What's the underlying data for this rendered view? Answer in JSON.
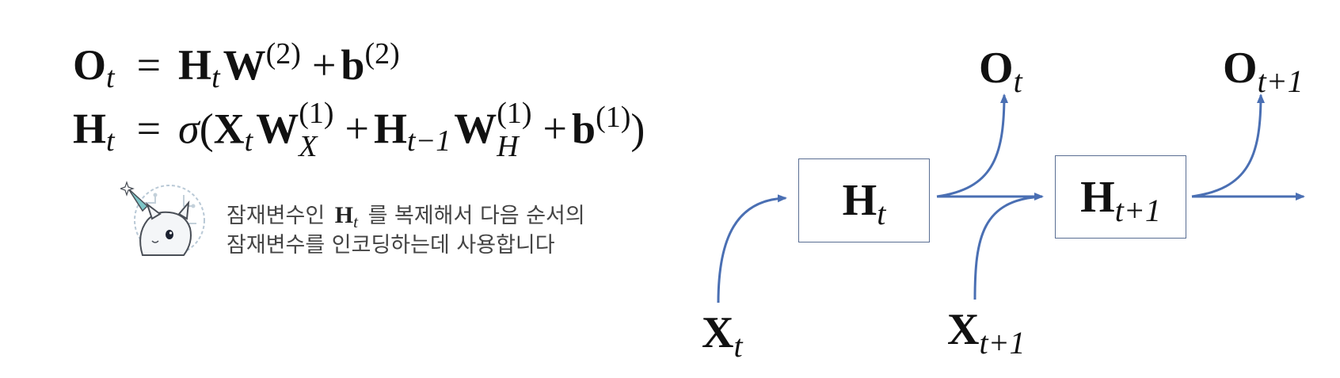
{
  "equations": {
    "line1": {
      "lhs": "O",
      "lhs_sub": "t",
      "eq": "=",
      "h": "H",
      "h_sub": "t",
      "w": "W",
      "w_sup": "(2)",
      "plus": "+",
      "b": "b",
      "b_sup": "(2)"
    },
    "line2": {
      "lhs": "H",
      "lhs_sub": "t",
      "eq": "=",
      "sigma": "σ",
      "open": "(",
      "x": "X",
      "x_sub": "t",
      "w1": "W",
      "w1_sup": "(1)",
      "w1_sub": "X",
      "plus1": "+",
      "h": "H",
      "h_sub": "t−1",
      "w2": "W",
      "w2_sup": "(1)",
      "w2_sub": "H",
      "plus2": "+",
      "b": "b",
      "b_sup": "(1)",
      "close": ")"
    }
  },
  "note": {
    "line1_before": "잠재변수인",
    "symbol": "H",
    "symbol_sub": "t",
    "line1_after": "를 복제해서 다음 순서의",
    "line2": "잠재변수를 인코딩하는데 사용합니다"
  },
  "diagram": {
    "node_t": {
      "symbol": "H",
      "sub": "t"
    },
    "node_t1": {
      "symbol": "H",
      "sub": "t+1"
    },
    "output_t": {
      "symbol": "O",
      "sub": "t"
    },
    "output_t1": {
      "symbol": "O",
      "sub": "t+1"
    },
    "input_t": {
      "symbol": "X",
      "sub": "t"
    },
    "input_t1": {
      "symbol": "X",
      "sub": "t+1"
    },
    "arrow_color": "#4a6fb3",
    "box_color": "#5a6e93"
  },
  "mascot": {
    "icon": "unicorn-cat-mascot-icon"
  }
}
